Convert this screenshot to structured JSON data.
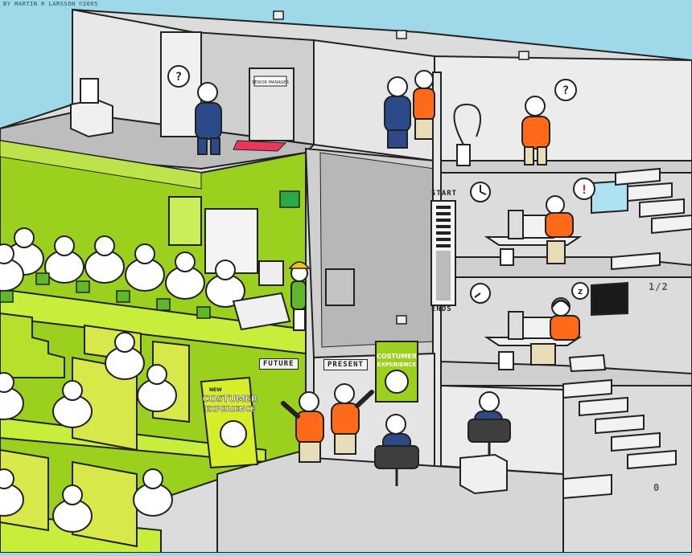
{
  "credit": "BY MARTIN R LARSSON ©2005",
  "door_sign": "SENIOR MANAGER",
  "labels": {
    "future": "FUTURE",
    "present": "PRESENT",
    "start": "START",
    "ends": "ENDS",
    "half": "1/2",
    "zero": "0"
  },
  "box_product": {
    "line1": "COSTUMER",
    "line2": "EXPERIENCE",
    "badge": "NEW"
  },
  "poster": {
    "line1": "COSTUMER",
    "line2": "EXPERIENCE"
  },
  "bubbles": {
    "question": "?",
    "exclaim": "!",
    "sleep": "z"
  },
  "colors": {
    "sky": "#9fd8e8",
    "green": "#9bd11e",
    "grey_wall": "#d8d8d8",
    "orange_shirt": "#ff6a1a",
    "blue_suit": "#2c4a8a"
  }
}
